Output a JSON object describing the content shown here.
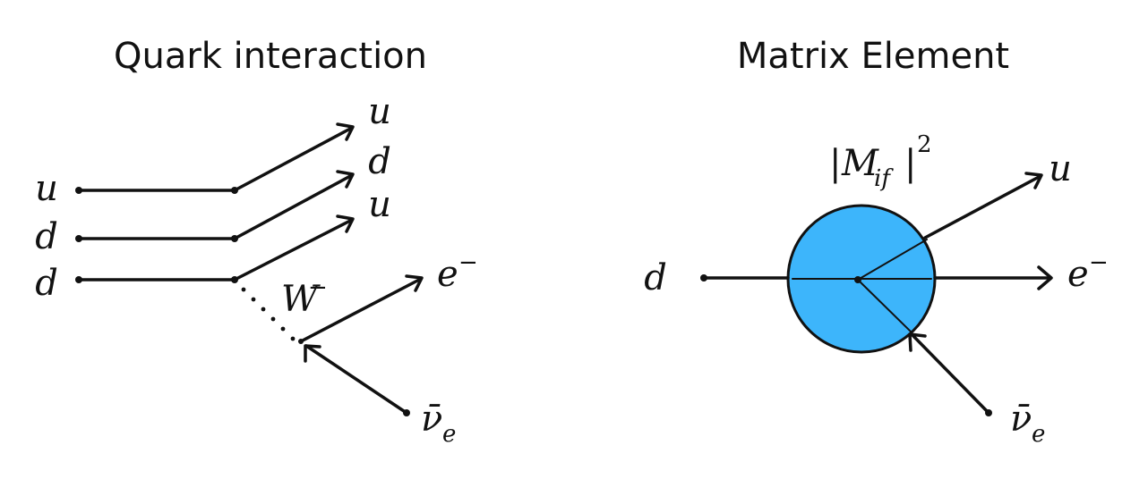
{
  "left_panel": {
    "title": "Quark interaction",
    "labels": {
      "in_u": "u",
      "in_d1": "d",
      "in_d2": "d",
      "out_u1": "u",
      "out_d": "d",
      "out_u2": "u",
      "w_boson": "W",
      "w_charge": "−",
      "electron": "e",
      "electron_charge": "−",
      "antineutrino": "ν̄",
      "antineutrino_sub": "e"
    }
  },
  "right_panel": {
    "title": "Matrix Element",
    "labels": {
      "matrix_open": "|",
      "matrix_m": "M",
      "matrix_sub": "if",
      "matrix_close": "|",
      "matrix_power": "2",
      "in_d": "d",
      "out_u": "u",
      "electron": "e",
      "electron_charge": "−",
      "antineutrino": "ν̄",
      "antineutrino_sub": "e"
    }
  },
  "colors": {
    "blob_fill": "#3db5fb",
    "ink": "#111111"
  }
}
